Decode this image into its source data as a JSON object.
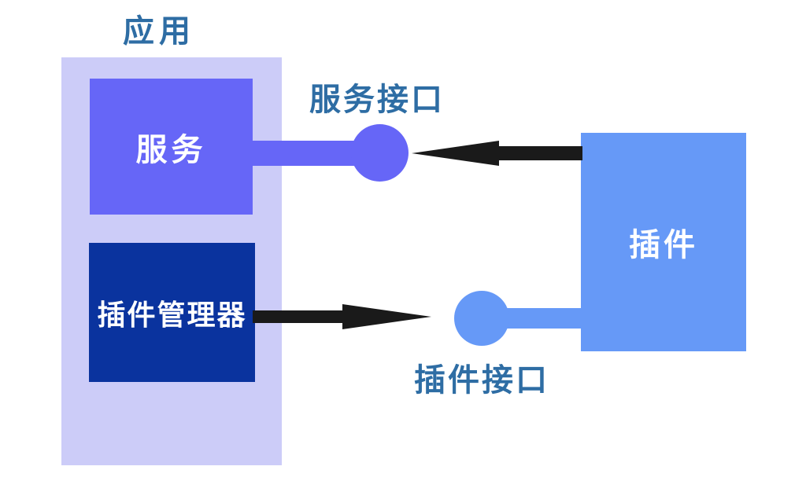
{
  "diagram": {
    "title": "应用",
    "background_color": "#ffffff",
    "colors": {
      "app_container_fill": "#ccccf8",
      "service_fill": "#6666f7",
      "plugin_manager_fill": "#0a339e",
      "plugin_fill": "#6699f7",
      "interface_label_text": "#2e6da4",
      "node_label_text": "#ffffff",
      "arrow_fill": "#1a1a1a"
    },
    "nodes": {
      "app": {
        "label": "应用",
        "role": "container"
      },
      "service": {
        "label": "服务"
      },
      "plugin_manager": {
        "label": "插件管理器"
      },
      "plugin": {
        "label": "插件"
      }
    },
    "interfaces": {
      "service_interface": {
        "label": "服务接口",
        "notation": "lollipop"
      },
      "plugin_interface": {
        "label": "插件接口",
        "notation": "lollipop"
      }
    },
    "connections": [
      {
        "from": "plugin",
        "to": "service_interface",
        "type": "arrow",
        "direction": "left"
      },
      {
        "from": "plugin_manager",
        "to": "plugin_interface",
        "type": "arrow",
        "direction": "right"
      }
    ]
  }
}
